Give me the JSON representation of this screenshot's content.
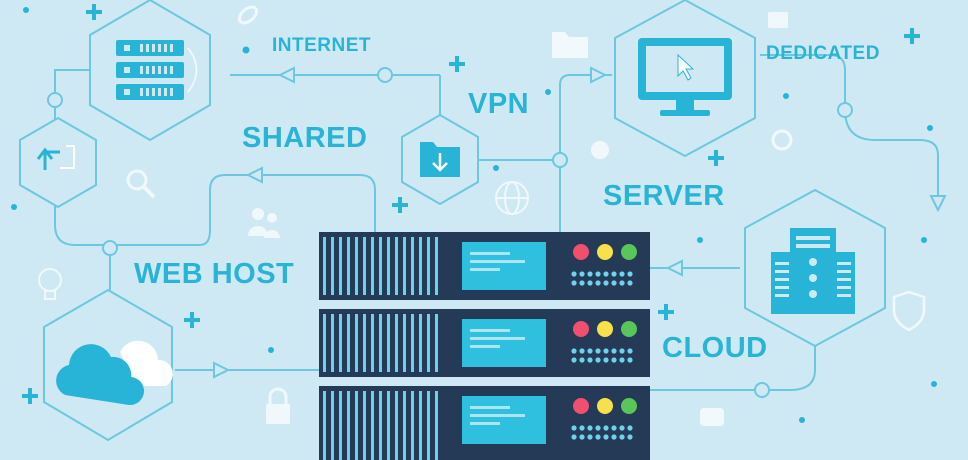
{
  "labels": {
    "internet": "INTERNET",
    "vpn": "VPN",
    "dedicated": "DEDICATED",
    "shared": "SHARED",
    "server": "SERVER",
    "web_host": "WEB HOST",
    "cloud": "CLOUD"
  },
  "colors": {
    "background": "#cfe9f4",
    "accent": "#27b4d6",
    "line": "#6cc7e0",
    "rack_dark": "#243a57",
    "rack_slots": "#6fd2ec",
    "led_red": "#f0506e",
    "led_yellow": "#f7e04a",
    "led_green": "#59c65a"
  },
  "icons": [
    "server-stack-icon",
    "refresh-arrows-icon",
    "cloud-icon",
    "folder-download-icon",
    "monitor-icon",
    "server-tower-icon",
    "server-rack-icon",
    "search-icon",
    "users-icon",
    "lightbulb-icon",
    "lock-icon",
    "globe-icon",
    "shield-icon",
    "folder-icon"
  ]
}
